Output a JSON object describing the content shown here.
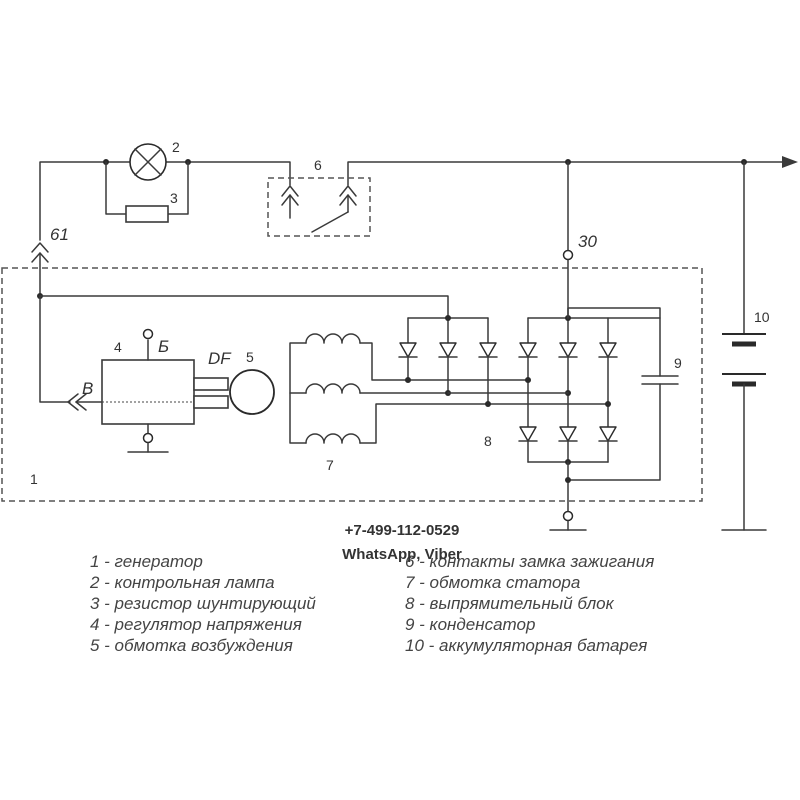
{
  "labels": {
    "n1": "1",
    "n2": "2",
    "n3": "3",
    "n4": "4",
    "n5": "5",
    "n6": "6",
    "n7": "7",
    "n8": "8",
    "n9": "9",
    "n10": "10",
    "t61": "61",
    "t30": "30",
    "tB": "B",
    "tBe": "Б",
    "tDF": "DF"
  },
  "watermark": {
    "phone": "+7-499-112-0529",
    "apps": "WhatsApp, Viber"
  },
  "legend": {
    "left": [
      "1 - генератор",
      "2 - контрольная лампа",
      "3 - резистор шунтирующий",
      "4 - регулятор напряжения",
      "5 - обмотка возбуждения"
    ],
    "right": [
      "6 - контакты замка зажигания",
      "7 - обмотка статора",
      "8 - выпрямительный блок",
      "9 - конденсатор",
      "10 - аккумуляторная батарея"
    ]
  }
}
